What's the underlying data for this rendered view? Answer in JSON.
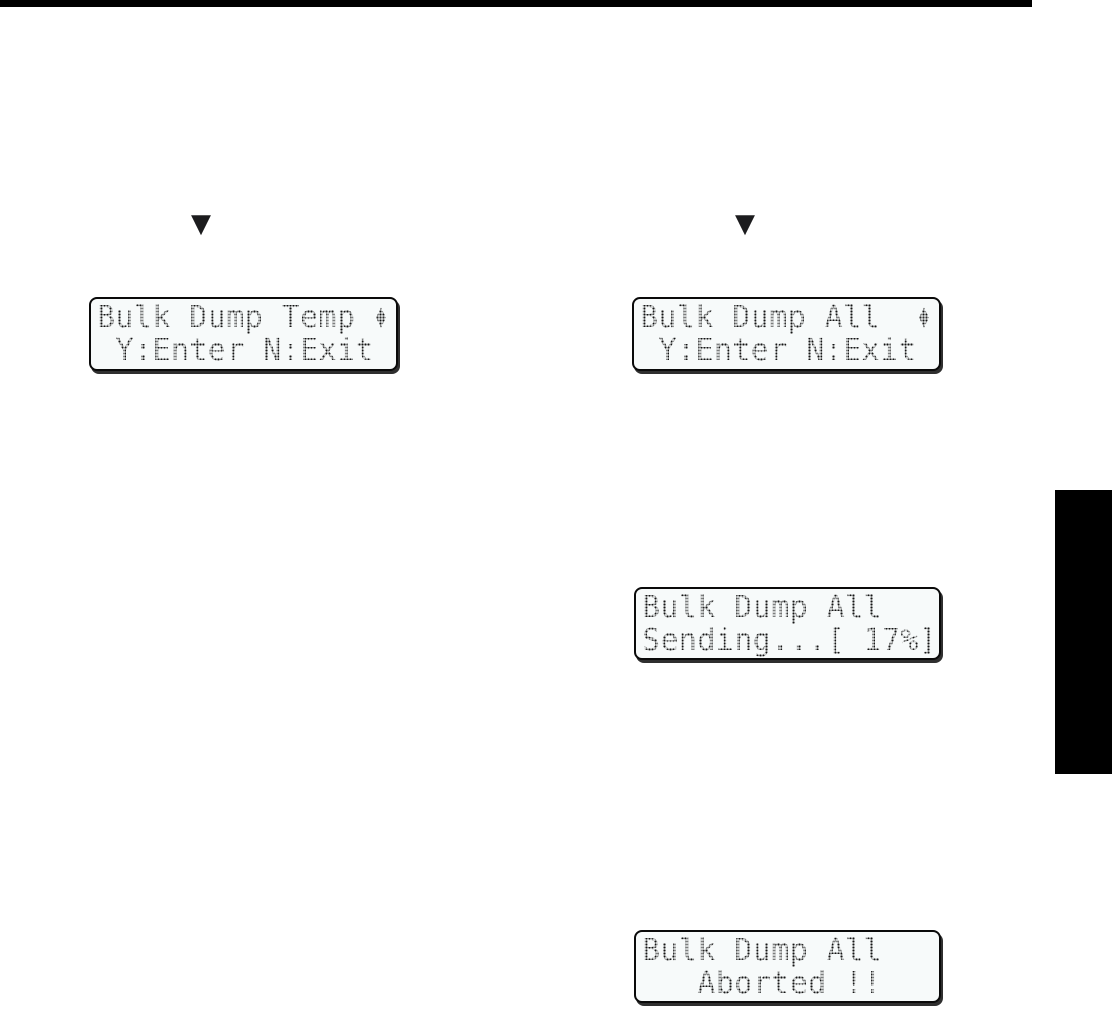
{
  "colors": {
    "lcd_bg": "#f7fafa",
    "ink": "#141414",
    "black": "#000000"
  },
  "icons": {
    "down_triangle": "▼",
    "scroll_up": "▲",
    "scroll_down": "▼"
  },
  "screens": {
    "bulk_dump_temp_confirm": {
      "line1": "Bulk Dump Temp",
      "line2": " Y:Enter N:Exit"
    },
    "bulk_dump_all_confirm": {
      "line1": "Bulk Dump All",
      "line2": " Y:Enter N:Exit"
    },
    "bulk_dump_all_sending": {
      "line1": "Bulk Dump All",
      "line2": "Sending...[ 17%]"
    },
    "bulk_dump_all_aborted": {
      "line1": "Bulk Dump All",
      "line2": "   Aborted !!"
    }
  }
}
